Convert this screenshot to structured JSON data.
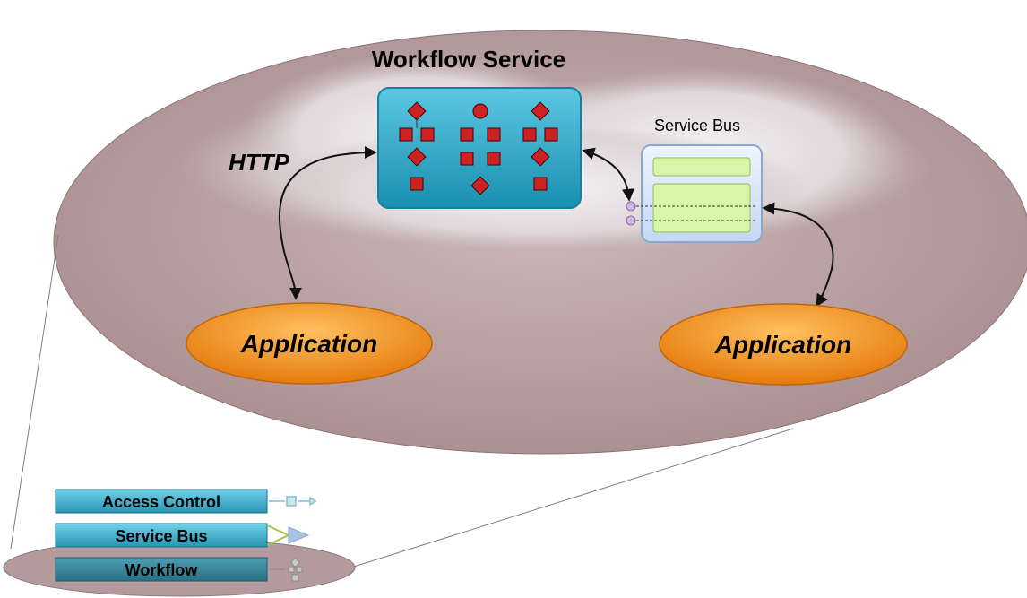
{
  "title": "Workflow Service",
  "protocol_label": "HTTP",
  "service_bus_label": "Service Bus",
  "applications": [
    "Application",
    "Application"
  ],
  "stack": {
    "items": [
      "Access Control",
      "Service Bus",
      "Workflow"
    ],
    "highlighted": "Workflow"
  },
  "colors": {
    "ellipse_fill": "#b89fa0",
    "workflow_box": "#2aa6c8",
    "workflow_shape": "#cc2222",
    "app_fill": "#f08a1a",
    "bus_queue": "#d8f5a8",
    "stack_bar": "#3aa8c4",
    "stack_bar_highlight": "#2f7f93"
  }
}
